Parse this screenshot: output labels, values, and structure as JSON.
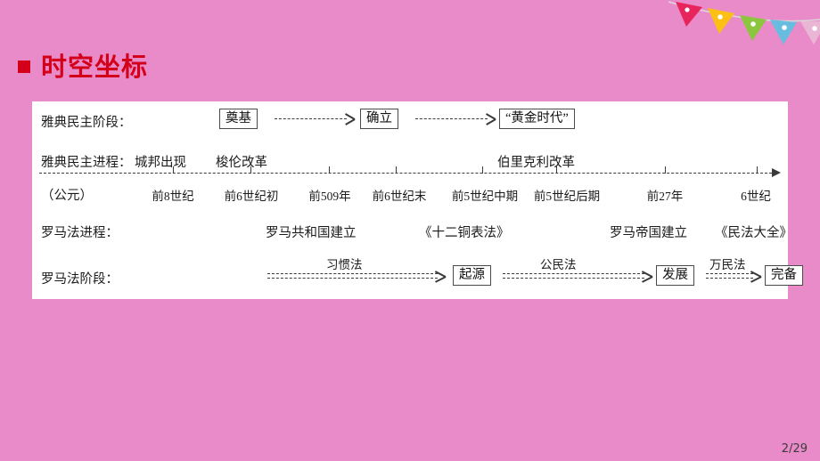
{
  "slide": {
    "background_color": "#e98bc9",
    "title": "时空坐标",
    "title_color": "#d4001a",
    "page_number": "2/29"
  },
  "decoration": {
    "name": "bunting-flags",
    "flags": [
      {
        "color": "#e8245c",
        "label": "red-flag"
      },
      {
        "color": "#fcc014",
        "label": "yellow-flag"
      },
      {
        "color": "#8cc63f",
        "label": "green-flag"
      },
      {
        "color": "#66bde0",
        "label": "blue-flag"
      },
      {
        "color": "#e9b6d6",
        "label": "pink-flag"
      }
    ]
  },
  "panel": {
    "rows": {
      "athens_stage": {
        "label": "雅典民主阶段：",
        "items": [
          "奠基",
          "确立",
          "“黄金时代”"
        ]
      },
      "athens_process": {
        "label": "雅典民主进程：",
        "events": [
          "城邦出现",
          "梭伦改革",
          "伯里克利改革"
        ]
      },
      "era": {
        "label": "（公元）",
        "ticks": [
          "前8世纪",
          "前6世纪初",
          "前509年",
          "前6世纪末",
          "前5世纪中期",
          "前5世纪后期",
          "前27年",
          "6世纪"
        ]
      },
      "rome_process": {
        "label": "罗马法进程：",
        "events": [
          "罗马共和国建立",
          "《十二铜表法》",
          "罗马帝国建立",
          "《民法大全》"
        ]
      },
      "rome_stage": {
        "label": "罗马法阶段：",
        "arrow_labels": [
          "习惯法",
          "公民法",
          "万民法"
        ],
        "items": [
          "起源",
          "发展",
          "完备"
        ]
      }
    }
  }
}
